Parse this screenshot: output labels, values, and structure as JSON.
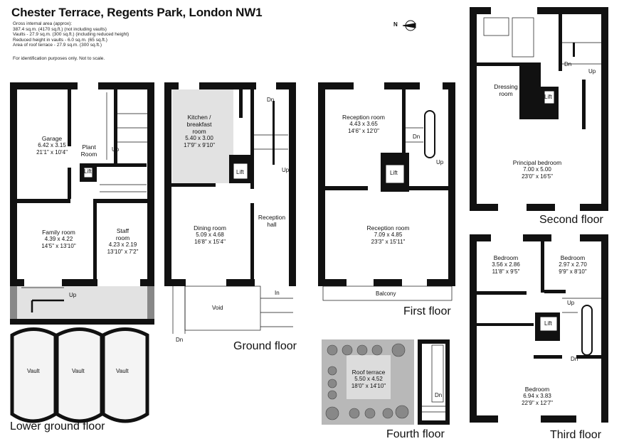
{
  "header": {
    "title": "Chester Terrace, Regents Park, London NW1",
    "specs": [
      "Gross internal area (approx):",
      "387.4 sq.m. (4170 sq.ft.) (not including vaults)",
      "Vaults - 27.9 sq.m. (300 sq.ft.) (including reduced height)",
      "Reduced height in vaults - 6.0 sq.m. (65 sq.ft.)",
      "Area of roof terrace - 27.9 sq.m. (300 sq.ft.)"
    ],
    "disclaimer": "For identification purposes only. Not to scale.",
    "compass_label": "N"
  },
  "floors": {
    "lower_ground": {
      "label": "Lower ground floor",
      "garage": {
        "name": "Garage",
        "metric": "6.42 x 3.15",
        "imperial": "21'1\" x 10'4\""
      },
      "plant": {
        "line1": "Plant",
        "line2": "Room"
      },
      "lift": "Lift",
      "up1": "Up",
      "family": {
        "name": "Family room",
        "metric": "4.39 x 4.22",
        "imperial": "14'5\" x 13'10\""
      },
      "staff": {
        "line1": "Staff",
        "line2": "room",
        "metric": "4.23 x 2.19",
        "imperial": "13'10\" x 7'2\""
      },
      "up2": "Up",
      "vaults": [
        "Vault",
        "Vault",
        "Vault"
      ]
    },
    "ground": {
      "label": "Ground floor",
      "kitchen": {
        "line1": "Kitchen /",
        "line2": "breakfast",
        "line3": "room",
        "metric": "5.40 x 3.00",
        "imperial": "17'9\" x 9'10\""
      },
      "lift": "Lift",
      "dn1": "Dn",
      "up": "Up",
      "dining": {
        "name": "Dining room",
        "metric": "5.09 x 4.68",
        "imperial": "16'8\" x 15'4\""
      },
      "reception_hall": {
        "line1": "Reception",
        "line2": "hall"
      },
      "void": "Void",
      "in": "In",
      "dn2": "Dn"
    },
    "first": {
      "label": "First floor",
      "reception1": {
        "name": "Reception room",
        "metric": "4.43 x 3.65",
        "imperial": "14'6\" x 12'0\""
      },
      "dn": "Dn",
      "up": "Up",
      "lift": "Lift",
      "reception2": {
        "name": "Reception room",
        "metric": "7.09 x 4.85",
        "imperial": "23'3\" x 15'11\""
      },
      "balcony": "Balcony"
    },
    "second": {
      "label": "Second floor",
      "dressing": {
        "line1": "Dressing",
        "line2": "room"
      },
      "lift": "Lift",
      "dn": "Dn",
      "up": "Up",
      "principal": {
        "name": "Principal bedroom",
        "metric": "7.00 x 5.00",
        "imperial": "23'0\" x 16'5\""
      }
    },
    "third": {
      "label": "Third floor",
      "bed1": {
        "name": "Bedroom",
        "metric": "3.56 x 2.86",
        "imperial": "11'8\" x 9'5\""
      },
      "bed2": {
        "name": "Bedroom",
        "metric": "2.97 x 2.70",
        "imperial": "9'9\" x 8'10\""
      },
      "up": "Up",
      "lift": "Lift",
      "dn": "Dn",
      "bed3": {
        "name": "Bedroom",
        "metric": "6.94 x 3.83",
        "imperial": "22'9\" x 12'7\""
      }
    },
    "fourth": {
      "label": "Fourth floor",
      "terrace": {
        "name": "Roof terrace",
        "metric": "5.50 x 4.52",
        "imperial": "18'0\" x 14'10\""
      },
      "dn": "Dn"
    }
  },
  "colors": {
    "wall": "#111111",
    "floor_shade": "#e2e2e2",
    "vault_shade": "#f4f4f4",
    "terrace": "#b8b8b8",
    "terrace_inner": "#dcdcdc"
  }
}
